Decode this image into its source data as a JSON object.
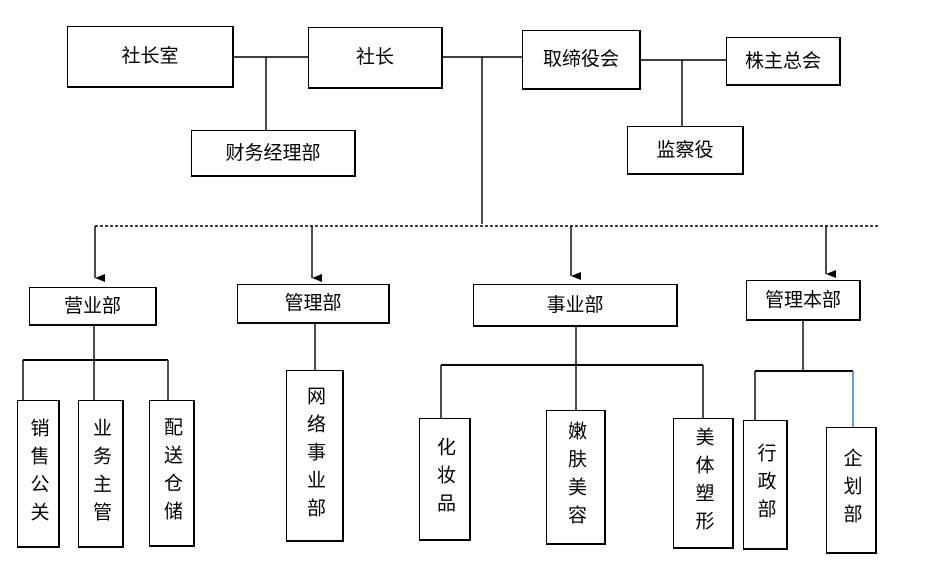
{
  "top": {
    "president_office": "社长室",
    "president": "社长",
    "board": "取缔役会",
    "shareholders": "株主总会",
    "finance": "财务经理部",
    "auditor": "监察役"
  },
  "departments": {
    "sales": "营业部",
    "management": "管理部",
    "business": "事业部",
    "admin_hq": "管理本部"
  },
  "sub": {
    "sales_pr": "销售公关",
    "business_mgr": "业务主管",
    "delivery": "配送仓储",
    "network": "网络事业部",
    "cosmetics": "化妆品",
    "skin_beauty": "嫩肤美容",
    "body_shaping": "美体塑形",
    "administration": "行政部",
    "planning": "企划部"
  }
}
